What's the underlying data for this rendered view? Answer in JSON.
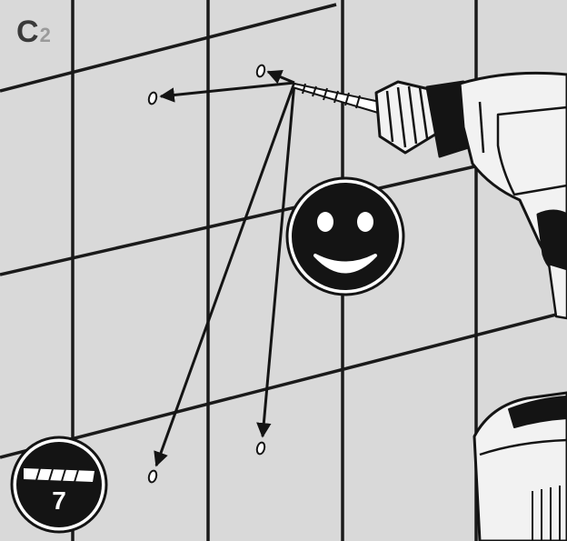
{
  "step": {
    "letter": "C",
    "number": "2"
  },
  "drill_bit": {
    "size": "7"
  },
  "icons": {
    "smiley": "smiley-face-icon",
    "drill_bit": "drill-bit-icon",
    "drill": "power-drill-illustration"
  },
  "colors": {
    "tile": "#d9d9d9",
    "grout": "#1a1a1a",
    "ink": "#141414",
    "drill_body": "#f2f2f2",
    "step_number": "#9a9a9a"
  }
}
